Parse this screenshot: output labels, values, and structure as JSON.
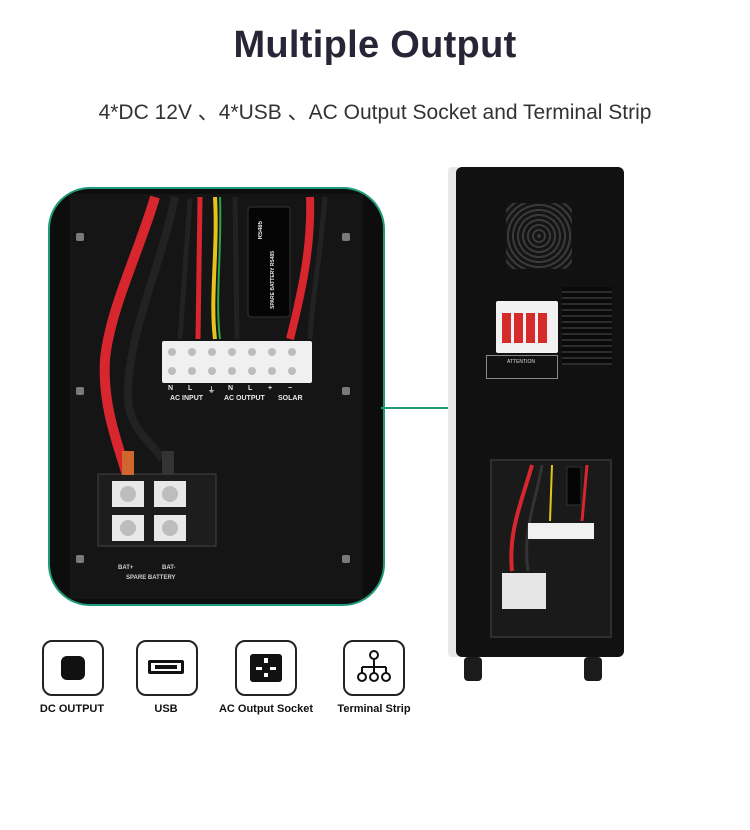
{
  "header": {
    "title": "Multiple Output",
    "subtitle": "4*DC 12V 、4*USB 、AC Output Socket and Terminal Strip"
  },
  "zoom_panel": {
    "strip_labels": {
      "n1": "N",
      "l1": "L",
      "ground": "⏚",
      "n2": "N",
      "l2": "L",
      "plus": "+",
      "minus": "−",
      "ac_input": "AC INPUT",
      "ac_output": "AC OUTPUT",
      "solar": "SOLAR"
    },
    "module_labels": {
      "rs485": "RS485",
      "spare": "SPARE BATTERY RS485"
    },
    "battery": {
      "bat_plus": "BAT+",
      "bat_minus": "BAT-",
      "spare_battery": "SPARE BATTERY"
    }
  },
  "cabinet": {
    "attention": "ATTENTION"
  },
  "features": [
    {
      "label": "DC OUTPUT",
      "icon": "dc-output-icon"
    },
    {
      "label": "USB",
      "icon": "usb-icon"
    },
    {
      "label": "AC Output Socket",
      "icon": "ac-socket-icon"
    },
    {
      "label": "Terminal Strip",
      "icon": "terminal-strip-icon"
    }
  ],
  "colors": {
    "accent": "#1f9a7b",
    "wire_red": "#d8262e",
    "wire_black": "#1a1a1a",
    "terminal_white": "#f0f0f0"
  }
}
